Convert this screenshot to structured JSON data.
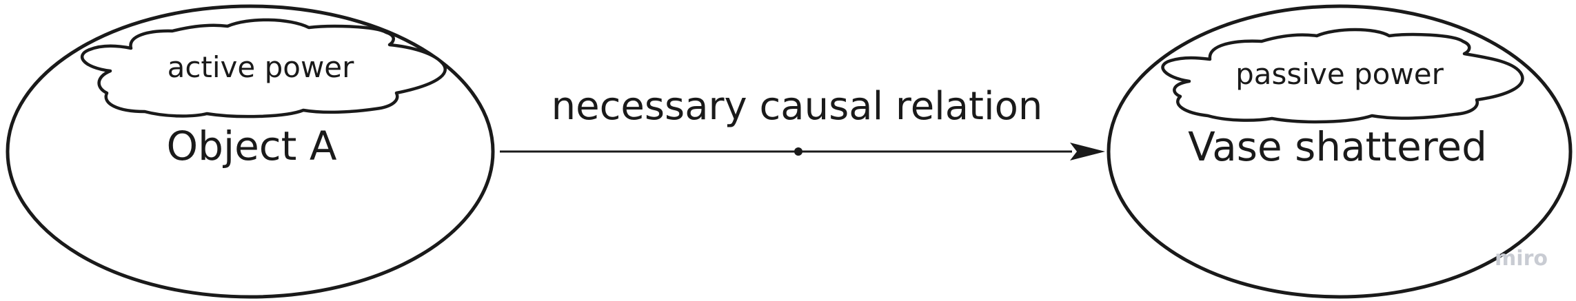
{
  "diagram": {
    "left_node": {
      "label": "Object A",
      "power_label": "active power"
    },
    "right_node": {
      "label": "Vase shattered",
      "power_label": "passive power"
    },
    "relation": {
      "label": "necessary causal relation"
    },
    "watermark": "miro"
  },
  "colors": {
    "stroke": "#1a1a1a",
    "background": "#ffffff",
    "watermark": "#c9ccd3"
  }
}
